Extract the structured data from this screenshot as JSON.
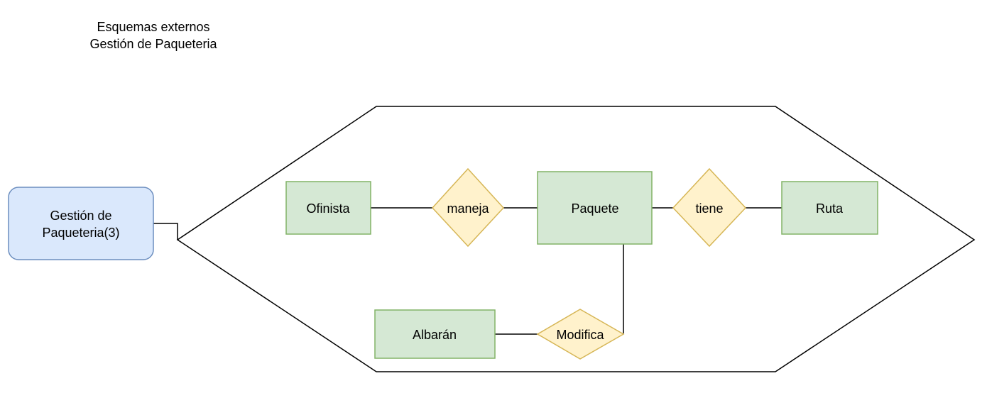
{
  "header": {
    "title_line1": "Esquemas externos",
    "title_line2": "Gestión de Paqueteria"
  },
  "view_box": {
    "label_line1": "Gestión de",
    "label_line2": "Paqueteria(3)"
  },
  "entities": {
    "ofinista": "Ofinista",
    "paquete": "Paquete",
    "ruta": "Ruta",
    "albaran": "Albarán"
  },
  "relationships": {
    "maneja": "maneja",
    "tiene": "tiene",
    "modifica": "Modifica"
  },
  "colors": {
    "entity_fill": "#d5e8d4",
    "entity_stroke": "#82b366",
    "relationship_fill": "#fff2cc",
    "relationship_stroke": "#d6b656",
    "view_fill": "#dae8fc",
    "view_stroke": "#6c8ebf",
    "line": "#000000"
  }
}
